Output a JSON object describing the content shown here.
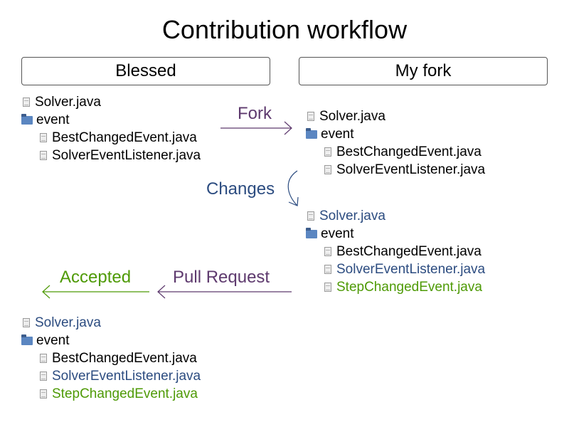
{
  "title": "Contribution workflow",
  "boxes": {
    "left": "Blessed",
    "right": "My fork"
  },
  "labels": {
    "fork": "Fork",
    "changes": "Changes",
    "pull_request": "Pull Request",
    "accepted": "Accepted"
  },
  "colors": {
    "black": "#000000",
    "blue": "#2c4c80",
    "green": "#4e9a06",
    "purple": "#5e3a6e"
  },
  "trees": {
    "blessed_before": {
      "file1": "Solver.java",
      "folder": "event",
      "child1": "BestChangedEvent.java",
      "child2": "SolverEventListener.java"
    },
    "fork_initial": {
      "file1": "Solver.java",
      "folder": "event",
      "child1": "BestChangedEvent.java",
      "child2": "SolverEventListener.java"
    },
    "fork_changed": {
      "file1": "Solver.java",
      "folder": "event",
      "child1": "BestChangedEvent.java",
      "child2": "SolverEventListener.java",
      "child3": "StepChangedEvent.java"
    },
    "blessed_after": {
      "file1": "Solver.java",
      "folder": "event",
      "child1": "BestChangedEvent.java",
      "child2": "SolverEventListener.java",
      "child3": "StepChangedEvent.java"
    }
  }
}
